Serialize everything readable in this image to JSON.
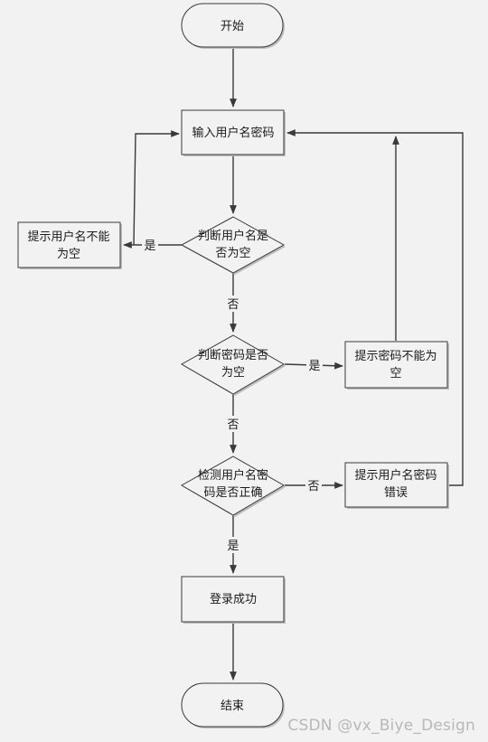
{
  "flowchart": {
    "nodes": {
      "start": "开始",
      "input": "输入用户名密码",
      "check_user": [
        "判断用户名是",
        "否为空"
      ],
      "user_empty_msg": [
        "提示用户名不能",
        "为空"
      ],
      "check_pass": [
        "判断密码是否",
        "为空"
      ],
      "pass_empty_msg": [
        "提示密码不能为",
        "空"
      ],
      "verify": [
        "检测用户名密",
        "码是否正确"
      ],
      "wrong_msg": [
        "提示用户名密码",
        "错误"
      ],
      "success": "登录成功",
      "end": "结束"
    },
    "edge_labels": {
      "user_yes": "是",
      "user_no": "否",
      "pass_yes": "是",
      "pass_no": "否",
      "verify_no": "否",
      "verify_yes": "是"
    }
  },
  "watermark": "CSDN @vx_Biye_Design"
}
